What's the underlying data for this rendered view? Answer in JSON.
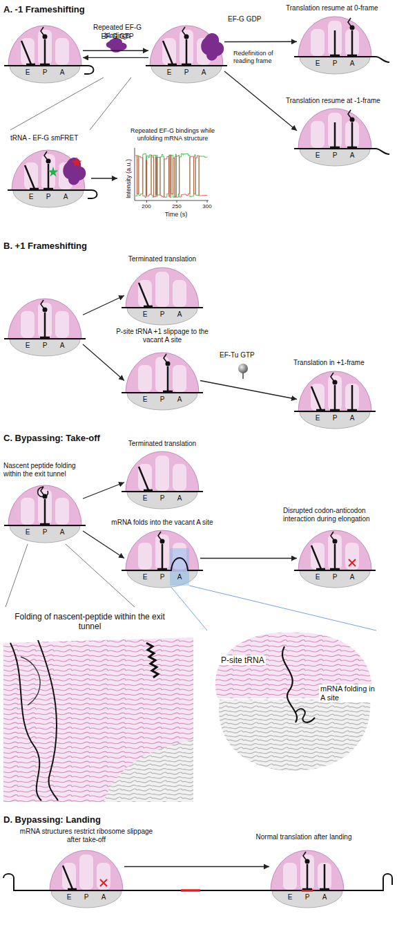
{
  "diagram": {
    "nodes": [
      {
        "text": [
          "E",
          "P",
          "A"
        ]
      },
      {
        "text": [
          "E",
          "P",
          "A"
        ]
      },
      {
        "text": [
          "E",
          "P",
          "A"
        ]
      },
      {
        "text": [
          "E",
          "P",
          "A"
        ]
      },
      {
        "text": [
          "E",
          "P",
          "A"
        ]
      },
      {
        "text": [
          "E",
          "P",
          "A"
        ]
      },
      {
        "text": [
          "E",
          "P",
          "A"
        ]
      },
      {
        "text": [
          "E",
          "P",
          "A"
        ]
      },
      {
        "text": [
          "E",
          "P",
          "A"
        ]
      },
      {
        "text": [
          "E",
          "P",
          "A"
        ]
      },
      {
        "text": [
          "E",
          "P",
          "A"
        ]
      },
      {
        "text": [
          "E",
          "P",
          "A"
        ]
      },
      {
        "text": [
          "E",
          "P",
          "A"
        ]
      },
      {
        "text": [
          "E",
          "P",
          "A"
        ]
      },
      {
        "text": [
          "E",
          "P",
          "A"
        ]
      }
    ],
    "edges": [
      {
        "from": 0,
        "to": 1,
        "arrow": "to"
      },
      {
        "from": 1,
        "to": 0,
        "arrow": "to"
      },
      {
        "from": 1,
        "to": 2,
        "arrow": "to"
      },
      {
        "from": 1,
        "to": 3,
        "arrow": "to"
      },
      {
        "from": 5,
        "to": 6,
        "arrow": "to"
      },
      {
        "from": 5,
        "to": 7,
        "arrow": "to"
      },
      {
        "from": 7,
        "to": 8,
        "arrow": "to"
      },
      {
        "from": 9,
        "to": 10,
        "arrow": "to"
      },
      {
        "from": 9,
        "to": 11,
        "arrow": "to"
      },
      {
        "from": 11,
        "to": 12,
        "arrow": "to"
      },
      {
        "from": 13,
        "to": 14,
        "arrow": "to"
      }
    ],
    "labels": [
      "A. -1 Frameshifting",
      "Repeated EF-G bindings",
      "EF-G GTP",
      "EF-G GDP",
      "Redefinition of reading frame",
      "Translation resume at 0-frame",
      "Translation resume at -1-frame",
      "tRNA - EF-G smFRET",
      "Repeated EF-G bindings while unfolding mRNA structure",
      "Intensity (a.u.)",
      "200",
      "250",
      "300",
      "Time (s)",
      "B. +1 Frameshifting",
      "Terminated translation",
      "P-site tRNA +1 slippage to the vacant A site",
      "EF-Tu GTP",
      "Translation in +1-frame",
      "C. Bypassing: Take-off",
      "Terminated translation",
      "Nascent peptide folding within the exit tunnel",
      "mRNA folds into the vacant A site",
      "Disrupted codon-anticodon interaction during elongation",
      "Folding of nascent-peptide within the exit tunnel",
      "P-site tRNA",
      "mRNA folding in A site",
      "D. Bypassing: Landing",
      "mRNA structures restrict ribosome slippage after take-off",
      "Normal translation after landing"
    ]
  }
}
